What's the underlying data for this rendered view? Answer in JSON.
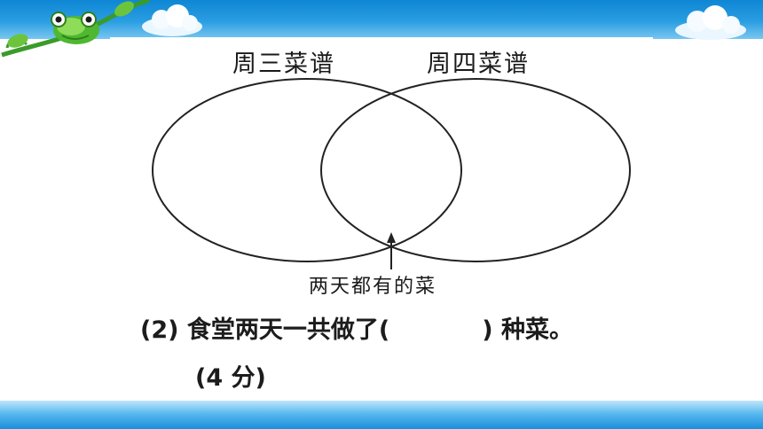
{
  "diagram": {
    "left_set_label": "周三菜谱",
    "right_set_label": "周四菜谱",
    "overlap_label": "两天都有的菜"
  },
  "question": {
    "part1_before_blank": "(2) 食堂两天一共做了(",
    "part1_after_blank": ") 种菜。",
    "score": "(4 分)"
  },
  "colors": {
    "top_band": "#1a8fdc",
    "bottom_band": "#5ab9ee",
    "line": "#222222"
  },
  "decorations": [
    "frog-vine-icon",
    "cloud-icon"
  ]
}
